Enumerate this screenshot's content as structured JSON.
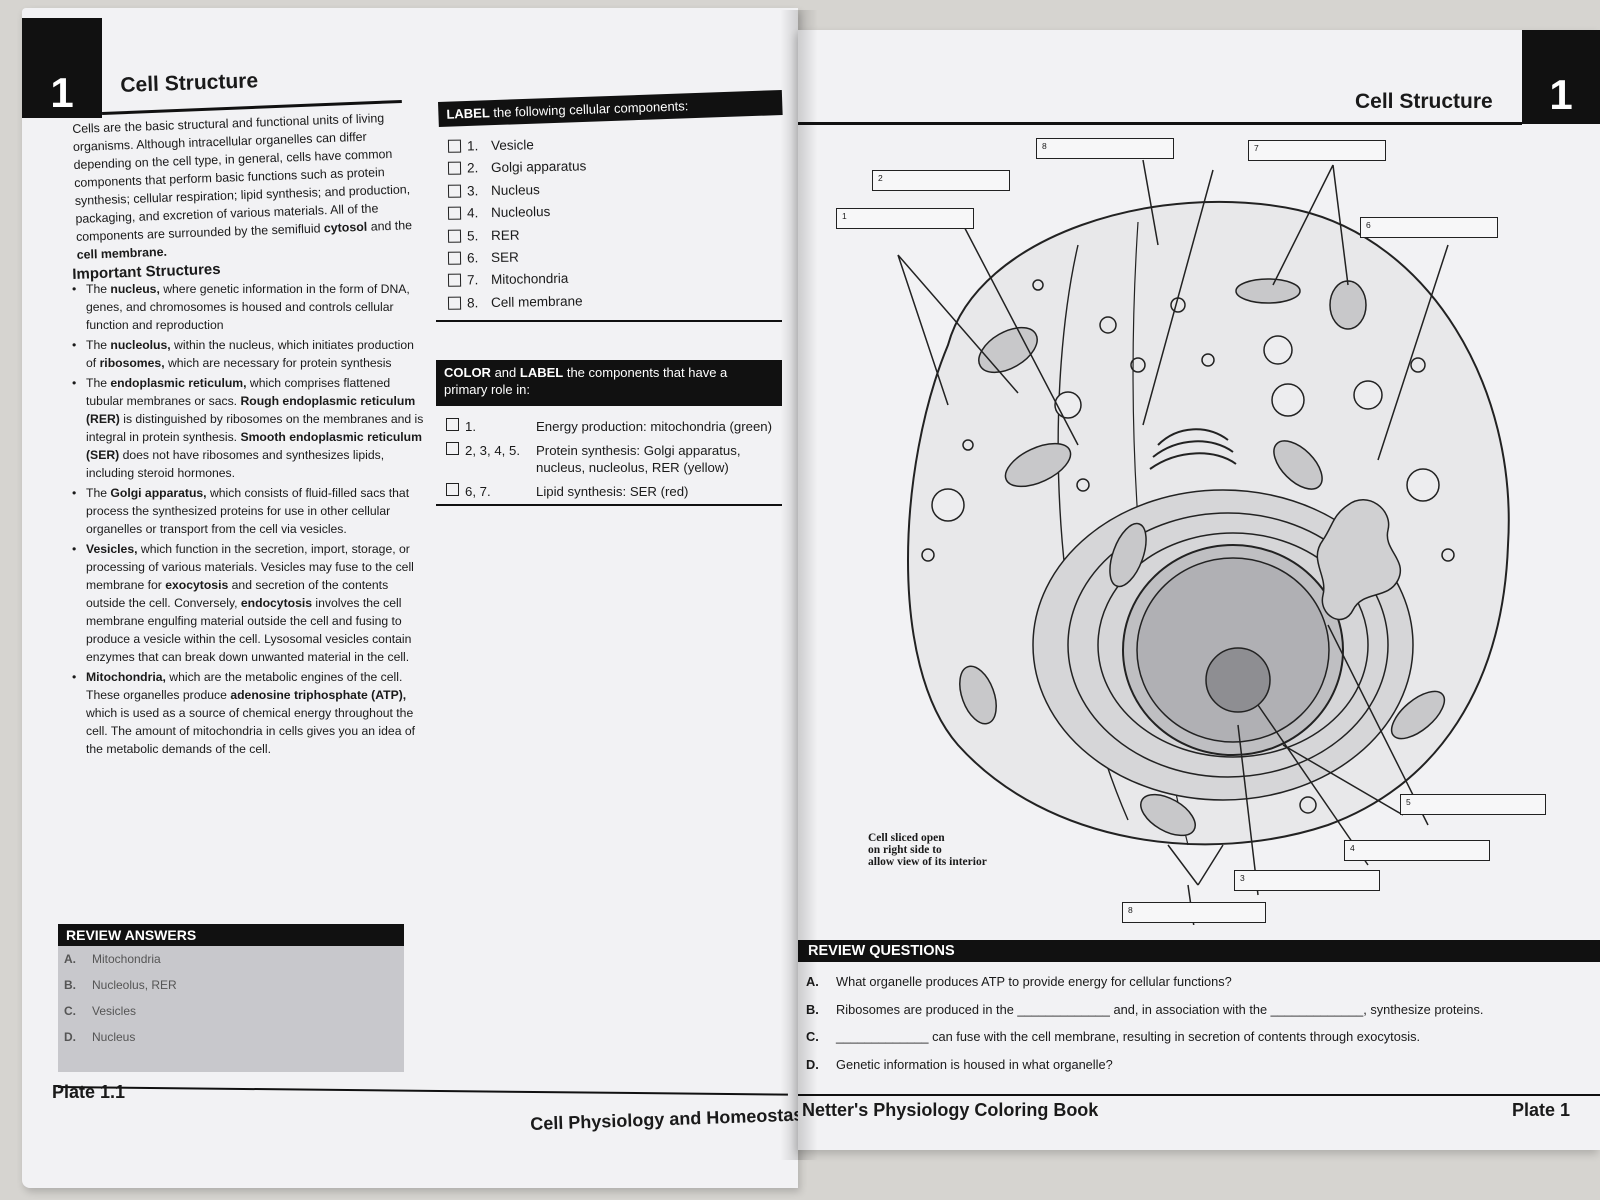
{
  "left": {
    "chapter_number": "1",
    "chapter_title": "Cell Structure",
    "intro": [
      {
        "t": "Cells are the basic structural and functional units of living organisms. Although intracellular organelles can differ depending on the cell type, in general, cells have common components that perform basic functions such as protein synthesis; cellular respiration; lipid synthesis; and production, packaging, and excretion of various materials. All of the components are surrounded by the semifluid "
      },
      {
        "b": "cytosol"
      },
      {
        "t": " and the "
      },
      {
        "b": "cell membrane."
      }
    ],
    "important_heading": "Important Structures",
    "structures": [
      [
        {
          "t": "The "
        },
        {
          "b": "nucleus,"
        },
        {
          "t": " where genetic information in the form of DNA, genes, and chromosomes is housed and controls cellular function and reproduction"
        }
      ],
      [
        {
          "t": "The "
        },
        {
          "b": "nucleolus,"
        },
        {
          "t": " within the nucleus, which initiates production of "
        },
        {
          "b": "ribosomes,"
        },
        {
          "t": " which are necessary for protein synthesis"
        }
      ],
      [
        {
          "t": "The "
        },
        {
          "b": "endoplasmic reticulum,"
        },
        {
          "t": " which comprises flattened tubular membranes or sacs. "
        },
        {
          "b": "Rough endoplasmic reticulum (RER)"
        },
        {
          "t": " is distinguished by ribosomes on the membranes and is integral in protein synthesis. "
        },
        {
          "b": "Smooth endoplasmic reticulum (SER)"
        },
        {
          "t": " does not have ribosomes and synthesizes lipids, including steroid hormones."
        }
      ],
      [
        {
          "t": "The "
        },
        {
          "b": "Golgi apparatus,"
        },
        {
          "t": " which consists of fluid-filled sacs that process the synthesized proteins for use in other cellular organelles or transport from the cell via vesicles."
        }
      ],
      [
        {
          "b": "Vesicles,"
        },
        {
          "t": " which function in the secretion, import, storage, or processing of various materials. Vesicles may fuse to the cell membrane for "
        },
        {
          "b": "exocytosis"
        },
        {
          "t": " and secretion of the contents outside the cell. Conversely, "
        },
        {
          "b": "endocytosis"
        },
        {
          "t": " involves the cell membrane engulfing material outside the cell and fusing to produce a vesicle within the cell. Lysosomal vesicles contain enzymes that can break down unwanted material in the cell."
        }
      ],
      [
        {
          "b": "Mitochondria,"
        },
        {
          "t": " which are the metabolic engines of the cell. These organelles produce "
        },
        {
          "b": "adenosine triphosphate (ATP),"
        },
        {
          "t": " which is used as a source of chemical energy throughout the cell. The amount of mitochondria in cells gives you an idea of the metabolic demands of the cell."
        }
      ]
    ],
    "label_box": {
      "head_bold": "LABEL",
      "head_rest": " the following cellular components:",
      "items": [
        {
          "n": "1.",
          "label": "Vesicle"
        },
        {
          "n": "2.",
          "label": "Golgi apparatus"
        },
        {
          "n": "3.",
          "label": "Nucleus"
        },
        {
          "n": "4.",
          "label": "Nucleolus"
        },
        {
          "n": "5.",
          "label": "RER"
        },
        {
          "n": "6.",
          "label": "SER"
        },
        {
          "n": "7.",
          "label": "Mitochondria"
        },
        {
          "n": "8.",
          "label": "Cell membrane"
        }
      ]
    },
    "color_box": {
      "head_bold_1": "COLOR",
      "head_mid": " and ",
      "head_bold_2": "LABEL",
      "head_rest": " the components that have a primary role in:",
      "items": [
        {
          "n": "1.",
          "text": "Energy production: mitochondria (green)"
        },
        {
          "n": "2, 3, 4, 5.",
          "text": "Protein synthesis: Golgi apparatus, nucleus, nucleolus, RER (yellow)"
        },
        {
          "n": "6, 7.",
          "text": "Lipid synthesis: SER (red)"
        }
      ]
    },
    "review_answers": {
      "head": "REVIEW ANSWERS",
      "items": [
        {
          "l": "A.",
          "a": "Mitochondria"
        },
        {
          "l": "B.",
          "a": "Nucleolus, RER"
        },
        {
          "l": "C.",
          "a": "Vesicles"
        },
        {
          "l": "D.",
          "a": "Nucleus"
        }
      ]
    },
    "footer_plate": "Plate 1.1",
    "footer_title": "Cell Physiology and Homeostas"
  },
  "right": {
    "chapter_title": "Cell Structure",
    "chapter_number": "1",
    "caption": [
      "Cell sliced open",
      "on right side to",
      "allow view of its interior"
    ],
    "diagram_boxes": [
      "1",
      "2",
      "8",
      "7",
      "6",
      "5",
      "4",
      "3",
      "8"
    ],
    "review_questions": {
      "head": "REVIEW QUESTIONS",
      "items": [
        {
          "l": "A.",
          "q": "What organelle produces ATP to provide energy for cellular functions?"
        },
        {
          "l": "B.",
          "q": "Ribosomes are produced in the _____________ and, in association with the _____________, synthesize proteins."
        },
        {
          "l": "C.",
          "q": "_____________ can fuse with the cell membrane, resulting in secretion of contents through exocytosis."
        },
        {
          "l": "D.",
          "q": "Genetic information is housed in what organelle?"
        }
      ]
    },
    "footer_book": "Netter's Physiology Coloring Book",
    "footer_plate": "Plate 1"
  }
}
